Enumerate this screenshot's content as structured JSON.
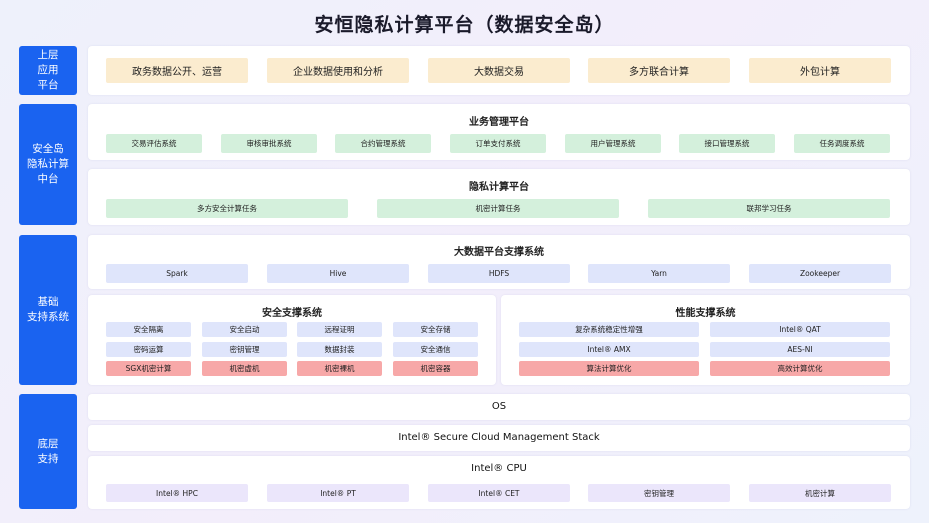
{
  "title": "安恒隐私计算平台（数据安全岛）",
  "side_labels": {
    "app": "上层\n应用\n平台",
    "middle": "安全岛\n隐私计算\n中台",
    "base": "基础\n支持系统",
    "bottom": "底层\n支持"
  },
  "app_layer": [
    "政务数据公开、运营",
    "企业数据使用和分析",
    "大数据交易",
    "多方联合计算",
    "外包计算"
  ],
  "business": {
    "title": "业务管理平台",
    "items": [
      "交易评估系统",
      "审核审批系统",
      "合约管理系统",
      "订单支付系统",
      "用户管理系统",
      "接口管理系统",
      "任务调度系统"
    ]
  },
  "privacy": {
    "title": "隐私计算平台",
    "items": [
      "多方安全计算任务",
      "机密计算任务",
      "联邦学习任务"
    ]
  },
  "bigdata": {
    "title": "大数据平台支撑系统",
    "items": [
      "Spark",
      "Hive",
      "HDFS",
      "Yarn",
      "Zookeeper"
    ]
  },
  "security": {
    "title": "安全支撑系统",
    "rows": [
      [
        "安全隔离",
        "安全启动",
        "远程证明",
        "安全存储"
      ],
      [
        "密码运算",
        "密钥管理",
        "数据封装",
        "安全通信"
      ],
      [
        "SGX机密计算",
        "机密虚机",
        "机密裸机",
        "机密容器"
      ]
    ]
  },
  "performance": {
    "title": "性能支撑系统",
    "rows": [
      [
        "复杂系统稳定性增强",
        "Intel® QAT"
      ],
      [
        "Intel® AMX",
        "AES-NI"
      ],
      [
        "算法计算优化",
        "高效计算优化"
      ]
    ]
  },
  "bottom": {
    "os": "OS",
    "stack": "Intel® Secure Cloud Management Stack",
    "cpu": "Intel® CPU",
    "cpu_items": [
      "Intel® HPC",
      "Intel® PT",
      "Intel® CET",
      "密钥管理",
      "机密计算"
    ]
  }
}
